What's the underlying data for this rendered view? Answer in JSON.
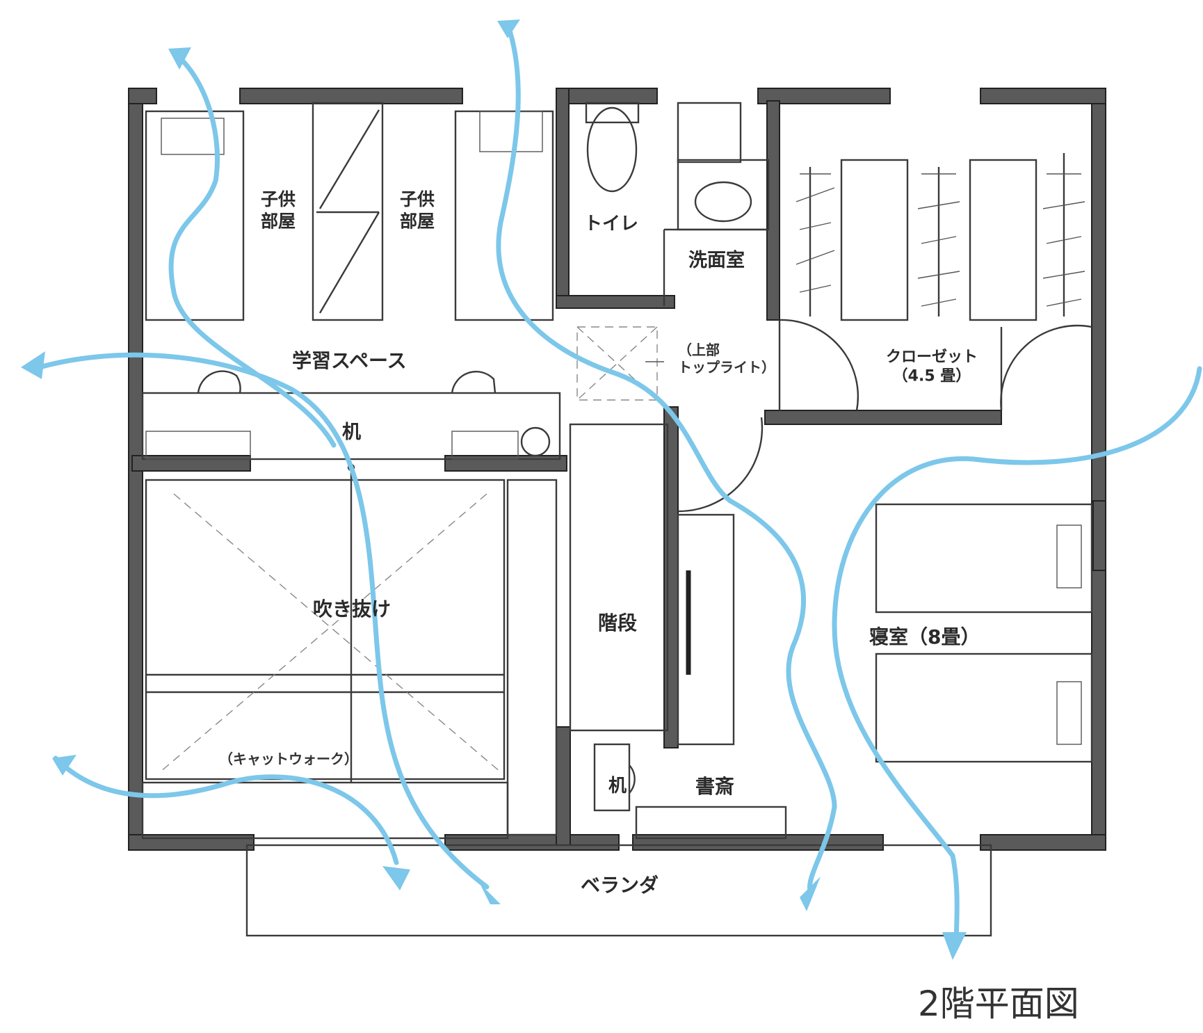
{
  "title": "2階平面図",
  "rooms": {
    "kids_room_1": "子供\n部屋",
    "kids_room_2": "子供\n部屋",
    "toilet": "トイレ",
    "washroom": "洗面室",
    "closet": "クローゼット\n（4.5 畳）",
    "study_space": "学習スペース",
    "skylight_note": "（上部\nトップライト）",
    "desk": "机",
    "atrium": "吹き抜け",
    "stairs": "階段",
    "bedroom": "寝室（8畳）",
    "catwalk": "（キャットウォーク）",
    "study_desk": "机",
    "study": "書斎",
    "veranda": "ベランダ"
  },
  "colors": {
    "airflow": "#7cc7ea",
    "wall": "#5a5a5a",
    "line": "#3a3a3a"
  }
}
